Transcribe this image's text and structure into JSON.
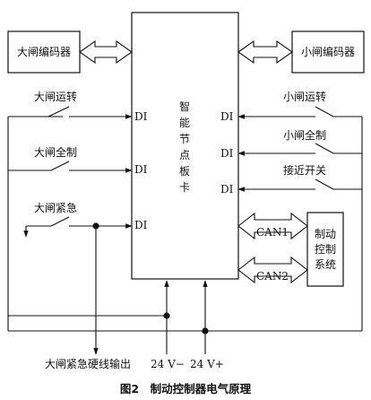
{
  "boxes": {
    "large_encoder": "大闸编码器",
    "small_encoder": "小闸编码器",
    "control_system": [
      "制动",
      "控制",
      "系统"
    ],
    "node_card": [
      "智",
      "能",
      "节",
      "点",
      "板",
      "卡"
    ]
  },
  "left_inputs": {
    "large_run": "大闸运转",
    "large_full": "大闸全制",
    "large_emergency": "大闸紧急"
  },
  "right_inputs": {
    "small_run": "小闸运转",
    "small_full": "小闸全制",
    "proximity_switch": "接近开关"
  },
  "di_label": "DI",
  "can": {
    "can1": "CAN1",
    "can2": "CAN2"
  },
  "bottom": {
    "emergency_output": "大闸紧急硬线输出",
    "v_minus": "24 V−",
    "v_plus": "24 V+"
  },
  "caption": "图2　制动控制器电气原理"
}
